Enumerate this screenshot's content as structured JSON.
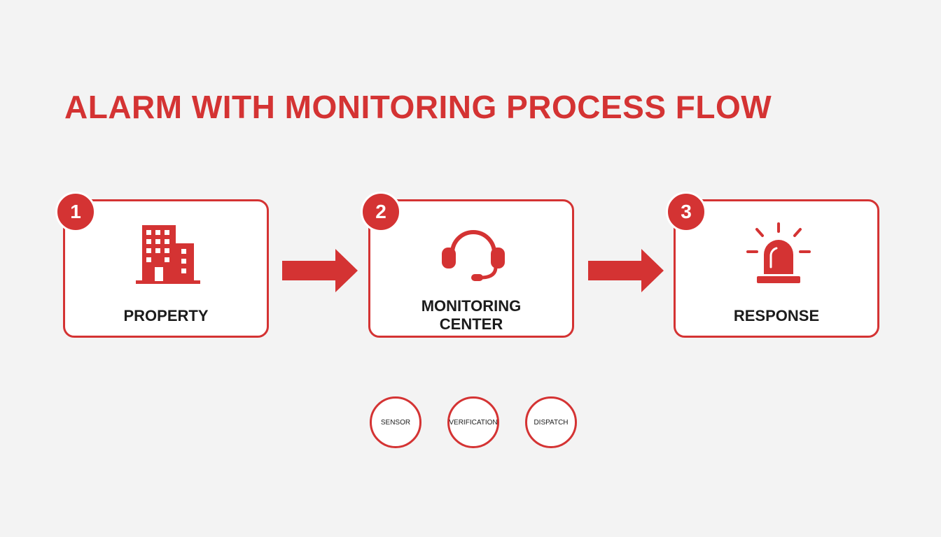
{
  "title": "ALARM WITH MONITORING PROCESS FLOW",
  "steps": [
    {
      "number": "1",
      "label": "PROPERTY",
      "icon": "building-icon"
    },
    {
      "number": "2",
      "label_line1": "MONITORING",
      "label_line2": "CENTER",
      "icon": "headset-icon"
    },
    {
      "number": "3",
      "label": "RESPONSE",
      "icon": "siren-icon"
    }
  ],
  "stages": [
    "SENSOR",
    "VERIFICATION",
    "DISPATCH"
  ],
  "colors": {
    "accent": "#d43333",
    "background": "#f3f3f3",
    "card": "#ffffff",
    "text": "#1c1c1c"
  }
}
